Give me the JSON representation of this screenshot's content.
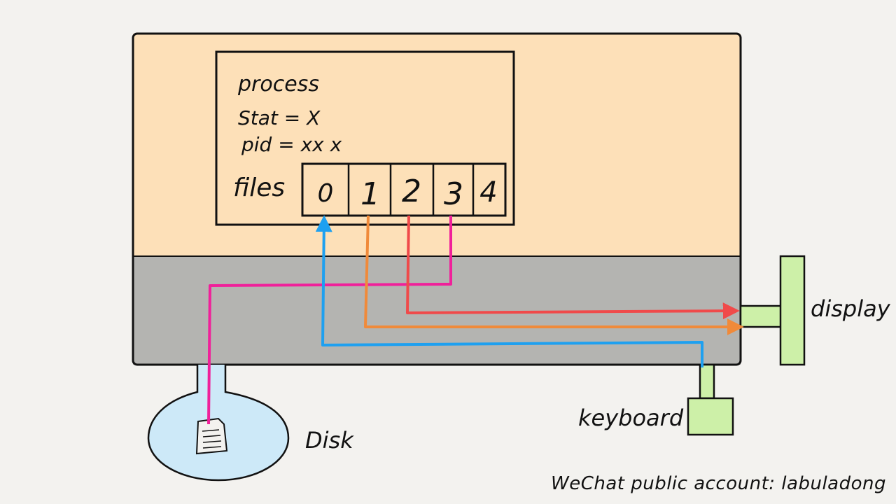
{
  "process": {
    "title": "process",
    "stat_line": "Stat = X",
    "pid_line": "pid = xx x",
    "files_label": "files",
    "fd_slots": [
      "0",
      "1",
      "2",
      "3",
      "4"
    ]
  },
  "devices": {
    "display": "display",
    "keyboard": "keyboard",
    "disk": "Disk"
  },
  "watermark": "WeChat public account: labuladong",
  "colors": {
    "user_space": "#fde0b8",
    "kernel_space": "#b4b4b1",
    "device": "#cdf0a8",
    "disk": "#cde9f8",
    "fd0_keyboard": "#1ea0f0",
    "fd1_display": "#f08a3a",
    "fd2_display": "#f04a4a",
    "fd3_disk": "#f0209a"
  }
}
